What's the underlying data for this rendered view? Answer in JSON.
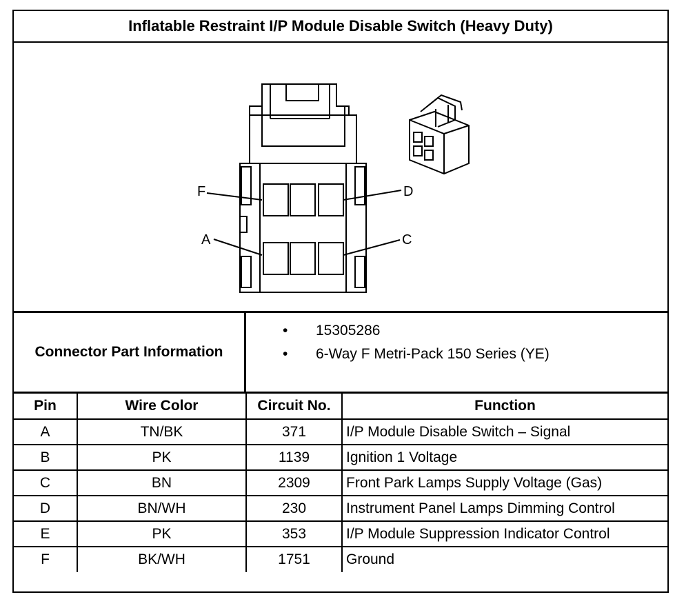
{
  "title": "Inflatable Restraint I/P Module Disable Switch (Heavy Duty)",
  "connector_info": {
    "label": "Connector Part Information",
    "items": [
      "15305286",
      "6-Way F Metri-Pack 150 Series (YE)"
    ]
  },
  "figure": {
    "pin_labels": {
      "F": "F",
      "D": "D",
      "A": "A",
      "C": "C"
    }
  },
  "table": {
    "headers": [
      "Pin",
      "Wire Color",
      "Circuit No.",
      "Function"
    ],
    "rows": [
      [
        "A",
        "TN/BK",
        "371",
        "I/P Module Disable Switch – Signal"
      ],
      [
        "B",
        "PK",
        "1139",
        "Ignition 1 Voltage"
      ],
      [
        "C",
        "BN",
        "2309",
        "Front Park Lamps Supply Voltage (Gas)"
      ],
      [
        "D",
        "BN/WH",
        "230",
        "Instrument Panel Lamps Dimming Control"
      ],
      [
        "E",
        "PK",
        "353",
        "I/P Module Suppression Indicator Control"
      ],
      [
        "F",
        "BK/WH",
        "1751",
        "Ground"
      ]
    ]
  }
}
